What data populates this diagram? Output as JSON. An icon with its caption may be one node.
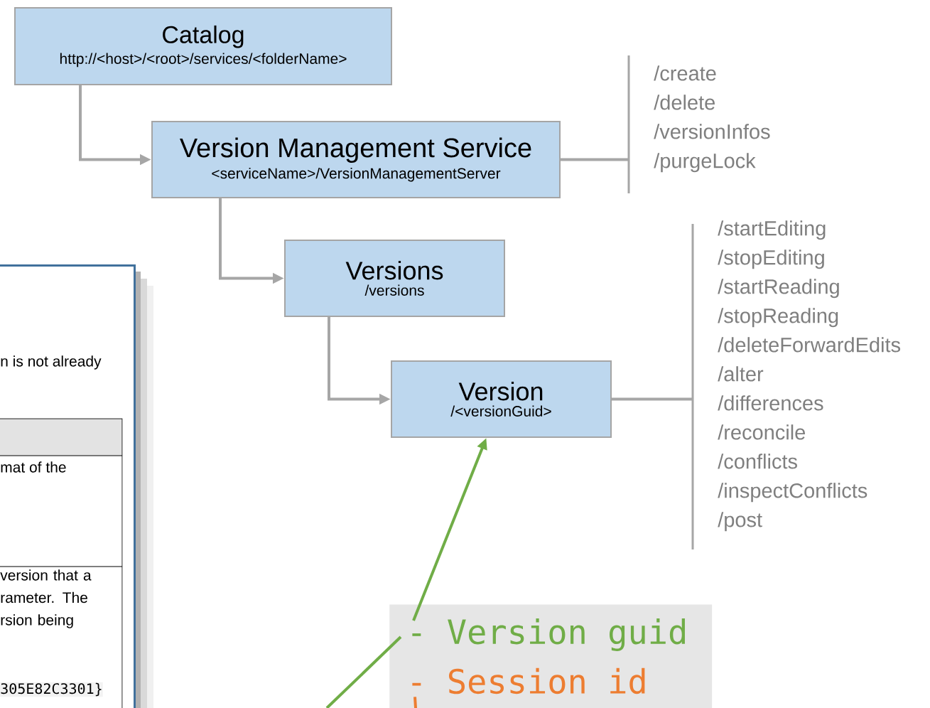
{
  "diagram": {
    "nodes": [
      {
        "text": [
          "Catalog",
          "http://<host>/<root>/services/<folderName>"
        ]
      },
      {
        "text": [
          "Version Management Service",
          "<serviceName>/VersionManagementServer"
        ]
      },
      {
        "text": [
          "Versions",
          "/versions"
        ]
      },
      {
        "text": [
          "Version",
          "/<versionGuid>"
        ]
      },
      {
        "text": [
          "/create",
          "/delete",
          "/versionInfos",
          "/purgeLock"
        ]
      },
      {
        "text": [
          "/startEditing",
          "/stopEditing",
          "/startReading",
          "/stopReading",
          "/deleteForwardEdits",
          "/alter",
          "/differences",
          "/reconcile",
          "/conflicts",
          "/inspectConflicts",
          "/post"
        ]
      },
      {
        "text": [],
        "shape": "box"
      },
      {
        "text": [
          "- Version guid"
        ],
        "in": 6
      },
      {
        "text": [
          "- Session id"
        ],
        "in": 6
      },
      {
        "text": [
          "n is not already",
          "mat of the",
          "version that a rameter. The rsion being",
          "305E82C3301}"
        ]
      }
    ],
    "edges": [
      {
        "from": 0,
        "to": 1,
        "arrow": "to"
      },
      {
        "from": 1,
        "to": 2,
        "arrow": "to"
      },
      {
        "from": 2,
        "to": 3,
        "arrow": "to"
      },
      {
        "from": 1,
        "to": 4,
        "arrow": "none"
      },
      {
        "from": 3,
        "to": 5,
        "arrow": "none"
      },
      {
        "from": 7,
        "to": 3,
        "arrow": "to",
        "color": "#70ad47"
      },
      {
        "from": 7,
        "to": null,
        "arrow": "none",
        "color": "#70ad47"
      },
      {
        "from": 8,
        "to": null,
        "arrow": "none",
        "color": "#ed7d31"
      }
    ]
  }
}
